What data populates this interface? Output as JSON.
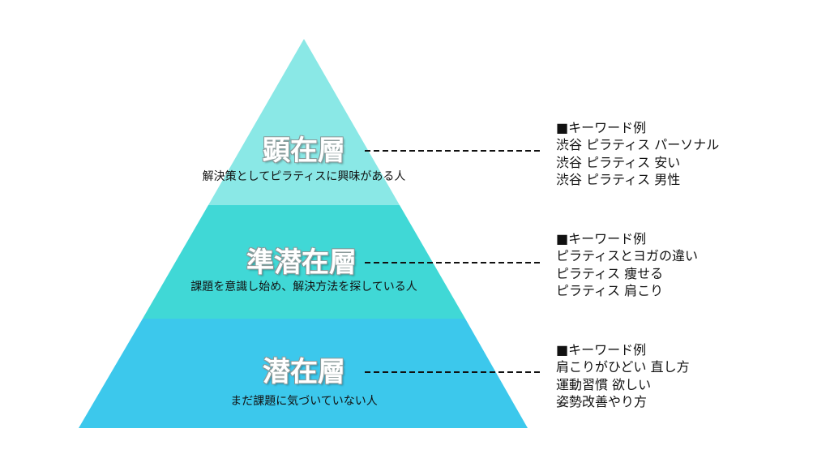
{
  "colors": {
    "top": "#8ae8e6",
    "middle": "#40d8d6",
    "bottom": "#3cc8ec",
    "dash": "#111111"
  },
  "layers": [
    {
      "title": "顕在層",
      "description": "解決策としてピラティスに興味がある人",
      "keywords_heading": "■キーワード例",
      "keywords": [
        "渋谷 ピラティス パーソナル",
        "渋谷 ピラティス 安い",
        "渋谷 ピラティス 男性"
      ]
    },
    {
      "title": "準潜在層",
      "description": "課題を意識し始め、解決方法を探している人",
      "keywords_heading": "■キーワード例",
      "keywords": [
        "ピラティスとヨガの違い",
        "ピラティス 痩せる",
        "ピラティス 肩こり"
      ]
    },
    {
      "title": "潜在層",
      "description": "まだ課題に気づいていない人",
      "keywords_heading": "■キーワード例",
      "keywords": [
        "肩こりがひどい 直し方",
        "運動習慣 欲しい",
        "姿勢改善やり方"
      ]
    }
  ]
}
